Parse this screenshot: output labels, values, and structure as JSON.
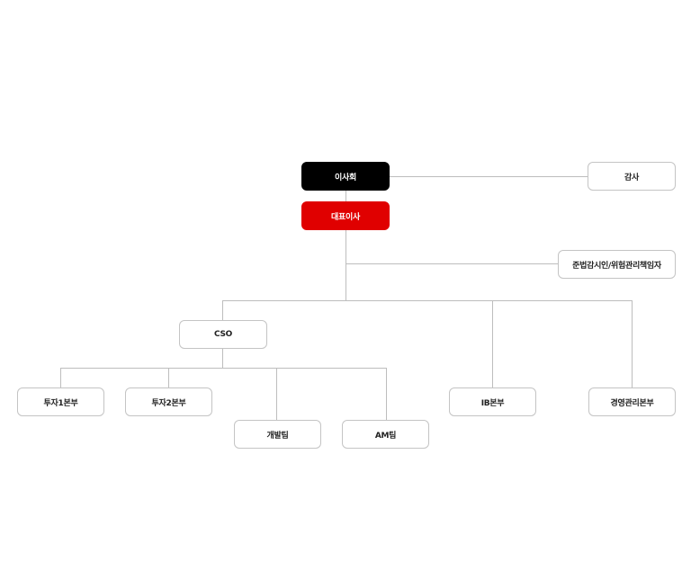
{
  "colors": {
    "board": "#000000",
    "ceo": "#e00000",
    "line": "#bdbdbd"
  },
  "nodes": {
    "board": "이사회",
    "auditor": "감사",
    "ceo": "대표이사",
    "compliance": "준법감시인/위험관리책임자",
    "cso": "CSO",
    "invest1": "투자1본부",
    "invest2": "투자2본부",
    "dev": "개발팀",
    "am": "AM팀",
    "ib": "IB본부",
    "mgmt": "경영관리본부"
  }
}
